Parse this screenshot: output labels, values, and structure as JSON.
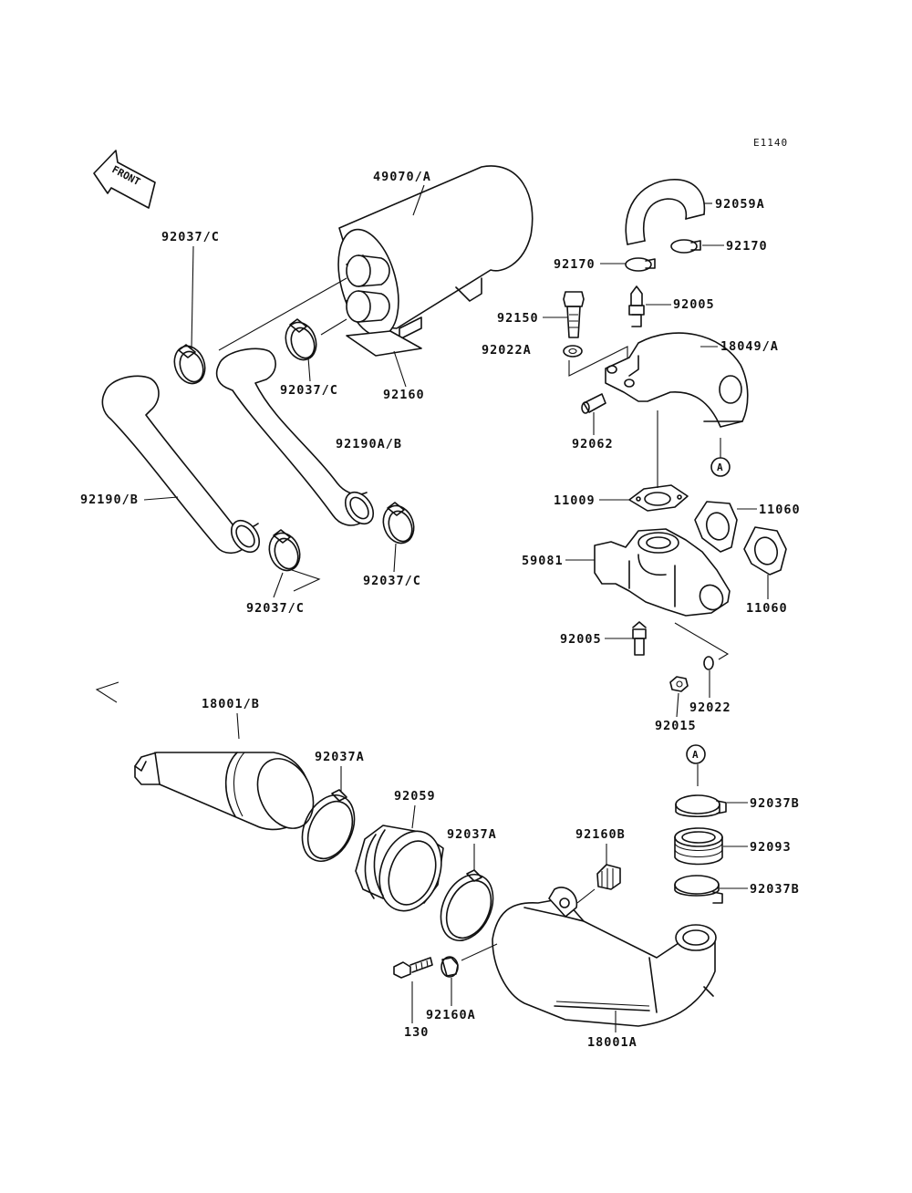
{
  "diagram_code": "E1140",
  "front_label": "FRONT",
  "ref_marker": "A",
  "parts": {
    "p49070A": "49070/A",
    "p92059A": "92059A",
    "p92170a": "92170",
    "p92170b": "92170",
    "p92005a": "92005",
    "p92150": "92150",
    "p18049A": "18049/A",
    "p92022A": "92022A",
    "p92037Ca": "92037/C",
    "p92037Cb": "92037/C",
    "p92160": "92160",
    "p92062": "92062",
    "p92190AB": "92190A/B",
    "p92190B": "92190/B",
    "p11009": "11009",
    "p11060a": "11060",
    "p59081": "59081",
    "p11060b": "11060",
    "p92037Cc": "92037/C",
    "p92037Cd": "92037/C",
    "p92005b": "92005",
    "p92022": "92022",
    "p92015": "92015",
    "p18001B": "18001/B",
    "p92037Aa": "92037A",
    "p92059": "92059",
    "p92037Ab": "92037A",
    "p92160B": "92160B",
    "p92037Ba": "92037B",
    "p92093": "92093",
    "p92037Bb": "92037B",
    "p130": "130",
    "p92160A": "92160A",
    "p18001A": "18001A"
  }
}
